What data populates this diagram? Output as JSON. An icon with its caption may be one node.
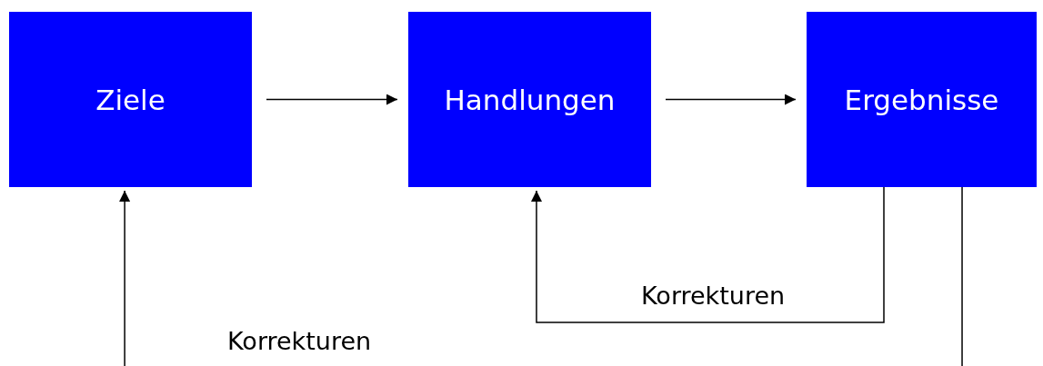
{
  "diagram": {
    "nodes": [
      {
        "text": [
          "Ziele"
        ]
      },
      {
        "text": [
          "Handlungen"
        ]
      },
      {
        "text": [
          "Ergebnisse"
        ]
      }
    ],
    "edges": [
      {
        "from": 0,
        "to": 1,
        "arrow": "to"
      },
      {
        "from": 1,
        "to": 2,
        "arrow": "to"
      },
      {
        "from": 2,
        "to": 1,
        "arrow": "to",
        "label": "Korrekturen"
      },
      {
        "from": 2,
        "to": 0,
        "arrow": "to",
        "label": "Korrekturen"
      }
    ]
  }
}
